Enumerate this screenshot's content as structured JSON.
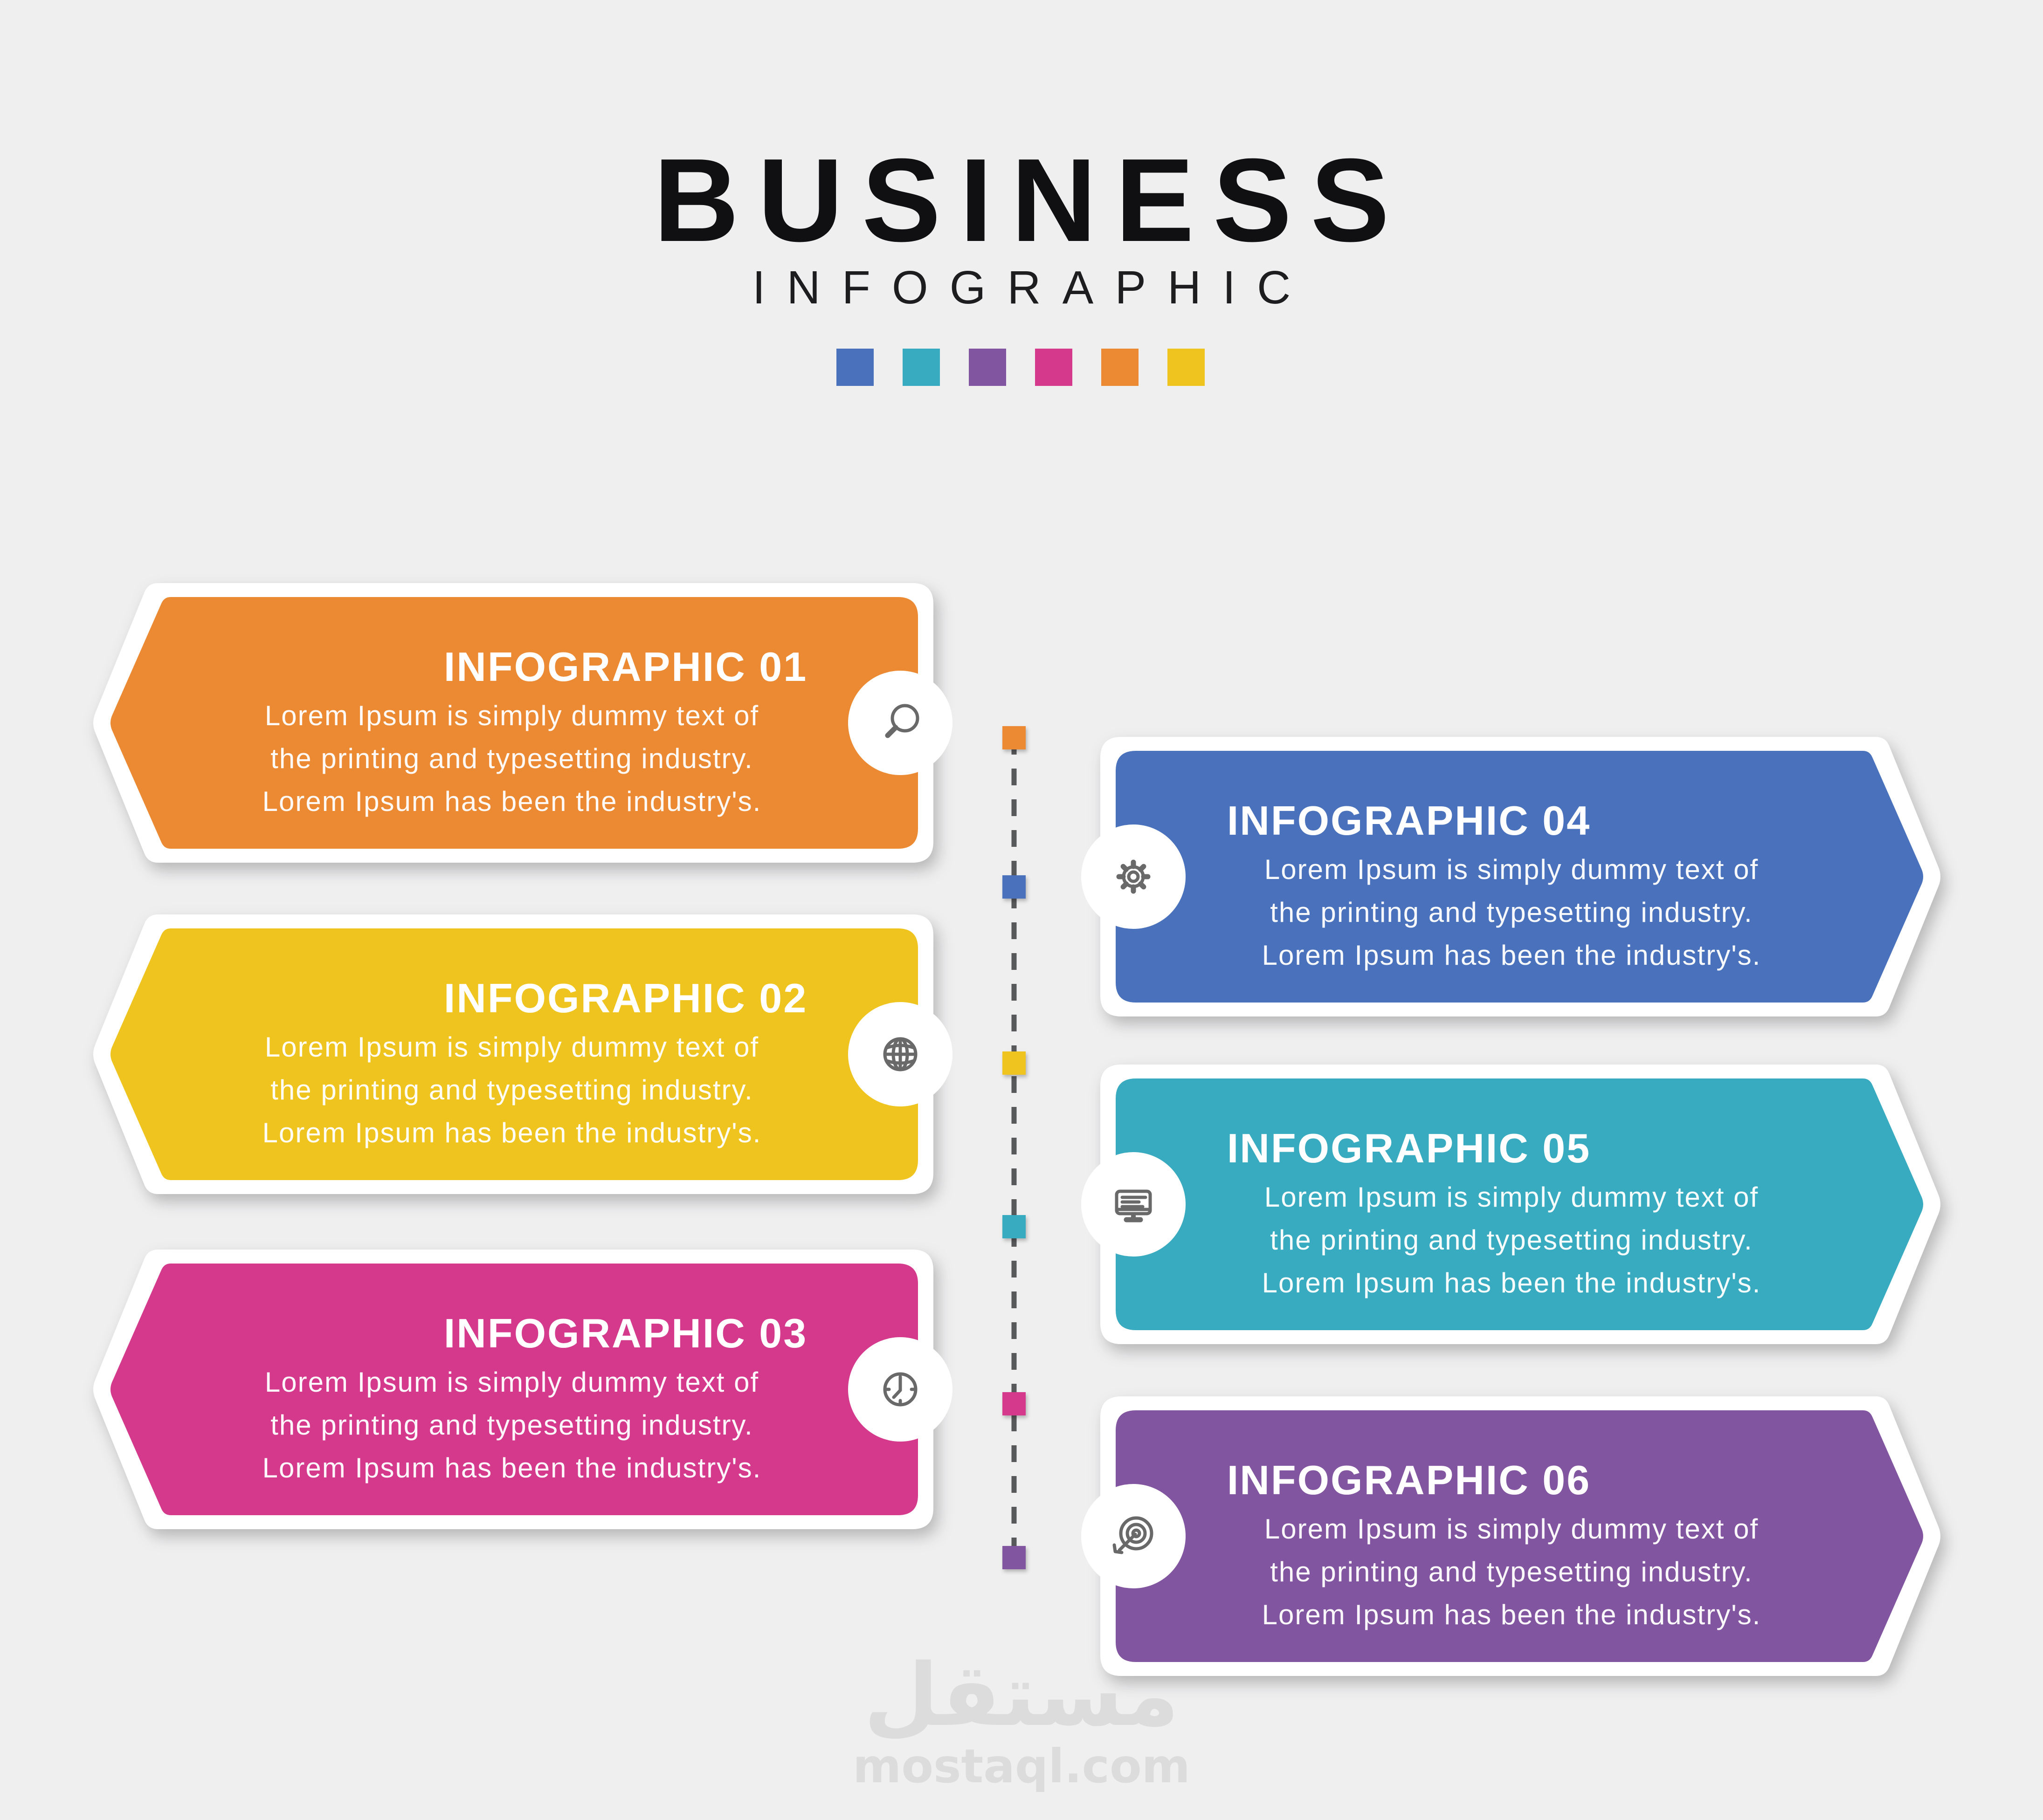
{
  "page": {
    "background_color": "#efeff0"
  },
  "header": {
    "title": "BUSINESS",
    "subtitle": "INFOGRAPHIC",
    "palette_squares": [
      "#4A71BC",
      "#38ABC0",
      "#8155A0",
      "#D4398C",
      "#EC8A33",
      "#F0C41F"
    ]
  },
  "banners": [
    {
      "title": "INFOGRAPHIC 01",
      "side": "left",
      "color": "#EC8A33",
      "icon": "search",
      "lines": [
        "Lorem Ipsum is simply dummy text of",
        "the printing and typesetting industry.",
        "Lorem Ipsum has been the industry's."
      ]
    },
    {
      "title": "INFOGRAPHIC 02",
      "side": "left",
      "color": "#F0C41F",
      "icon": "globe",
      "lines": [
        "Lorem Ipsum is simply dummy text of",
        "the printing and typesetting industry.",
        "Lorem Ipsum has been the industry's."
      ]
    },
    {
      "title": "INFOGRAPHIC 03",
      "side": "left",
      "color": "#D4398C",
      "icon": "clock",
      "lines": [
        "Lorem Ipsum is simply dummy text of",
        "the printing and typesetting industry.",
        "Lorem Ipsum has been the industry's."
      ]
    },
    {
      "title": "INFOGRAPHIC 04",
      "side": "right",
      "color": "#4A71BC",
      "icon": "gear",
      "lines": [
        "Lorem Ipsum is simply dummy text of",
        "the printing and typesetting industry.",
        "Lorem Ipsum has been the industry's."
      ]
    },
    {
      "title": "INFOGRAPHIC 05",
      "side": "right",
      "color": "#38ABC0",
      "icon": "presentation",
      "lines": [
        "Lorem Ipsum is simply dummy text of",
        "the printing and typesetting industry.",
        "Lorem Ipsum has been the industry's."
      ]
    },
    {
      "title": "INFOGRAPHIC 06",
      "side": "right",
      "color": "#8155A0",
      "icon": "target",
      "lines": [
        "Lorem Ipsum is simply dummy text of",
        "the printing and typesetting industry.",
        "Lorem Ipsum has been the industry's."
      ]
    }
  ],
  "timeline": {
    "line_color": "#58595b",
    "marker_colors": [
      "#EC8A33",
      "#4A71BC",
      "#F0C41F",
      "#38ABC0",
      "#D4398C",
      "#8155A0"
    ]
  },
  "watermark": {
    "logo_text": "مستقل",
    "domain": "mostaql.com"
  }
}
